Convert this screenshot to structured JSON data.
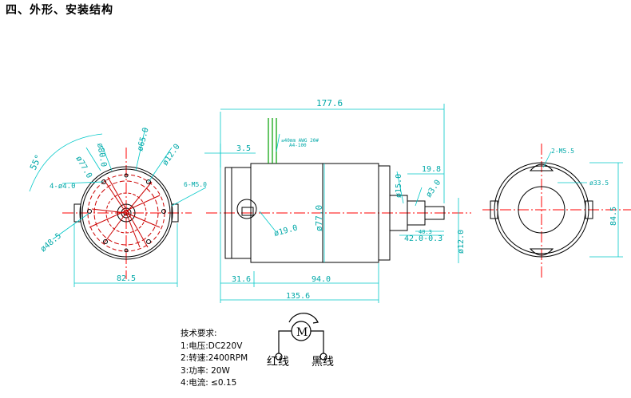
{
  "heading": "四、外形、安装结构",
  "front_view": {
    "angle": "55°",
    "d_77": "ø77.0",
    "d_80": "ø80.0",
    "d_65": "ø65.0",
    "d_12": "ø12.0",
    "hole_4": "4-ø4.0",
    "hole_m5": "6-M5.0",
    "d_48": "ø48.5",
    "width": "82.5"
  },
  "side_view": {
    "overall": "177.6",
    "lead_spec_1": "≤40mm AWG 20#",
    "lead_spec_2": "A4-100",
    "dim_3_5": "3.5",
    "dim_19_8": "19.8",
    "d_15": "ø15.0",
    "d_3": "ø3.0",
    "d_77": "ø77.0",
    "d_19": "ø19.0",
    "dim_40_3": "40.3",
    "dim_42": "42.0-0.3",
    "d_12": "ø12.0",
    "dim_31_6": "31.6",
    "dim_94": "94.0",
    "dim_135_6": "135.6"
  },
  "rear_view": {
    "holes": "2-M5.5",
    "d_33": "ø33.5",
    "height": "84.5"
  },
  "specs": {
    "title": "技术要求:",
    "items": [
      "1:电压:DC220V",
      "2:转速:2400RPM",
      "3:功率: 20W",
      "4:电流: ≤0.15"
    ]
  },
  "wiring": {
    "motor_symbol": "M",
    "red_wire": "红线",
    "black_wire": "黑线"
  }
}
